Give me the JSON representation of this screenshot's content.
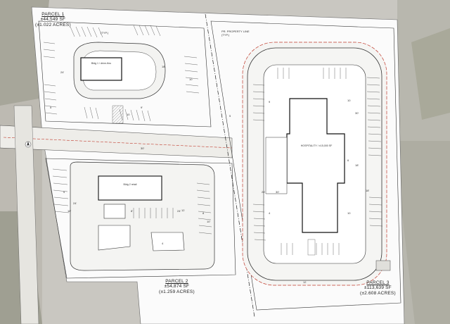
{
  "parcels": [
    {
      "name": "PARCEL 1",
      "area_sf": "±44,549 SF",
      "area_acres": "(±1.022 ACRES)"
    },
    {
      "name": "PARCEL 2",
      "area_sf": "±54,874 SF",
      "area_acres": "(±1.259 ACRES)"
    },
    {
      "name": "PARCEL 3",
      "area_sf": "±113,639 SF",
      "area_acres": "(±2.608 ACRES)"
    }
  ],
  "notes": {
    "property_line_1": "PR. PROPERTY LINE",
    "property_line_2": "(TYP.)",
    "typ": "(TYP.)"
  },
  "buildings": {
    "b1": "Bldg 1 / drive-thru",
    "b2": "Bldg 2 retail",
    "hotel": "HOSPITALITY / ±15,000 SF"
  },
  "dimensions": [
    "24'",
    "18'",
    "9'",
    "30'",
    "24'",
    "18'",
    "8'",
    "24'",
    "10'",
    "30'",
    "18'",
    "24'",
    "30'",
    "18'"
  ],
  "stall_counts": [
    "5",
    "10",
    "10",
    "5",
    "12",
    "8",
    "4",
    "9",
    "4",
    "10",
    "6",
    "10",
    "5",
    "12"
  ],
  "colors": {
    "aerial": "#cfcdc7",
    "paper": "#fbfbfb",
    "line": "#333333",
    "property_line": "#c0392b",
    "road": "#e9e8e4"
  },
  "icons": [
    "north-arrow-icon"
  ]
}
